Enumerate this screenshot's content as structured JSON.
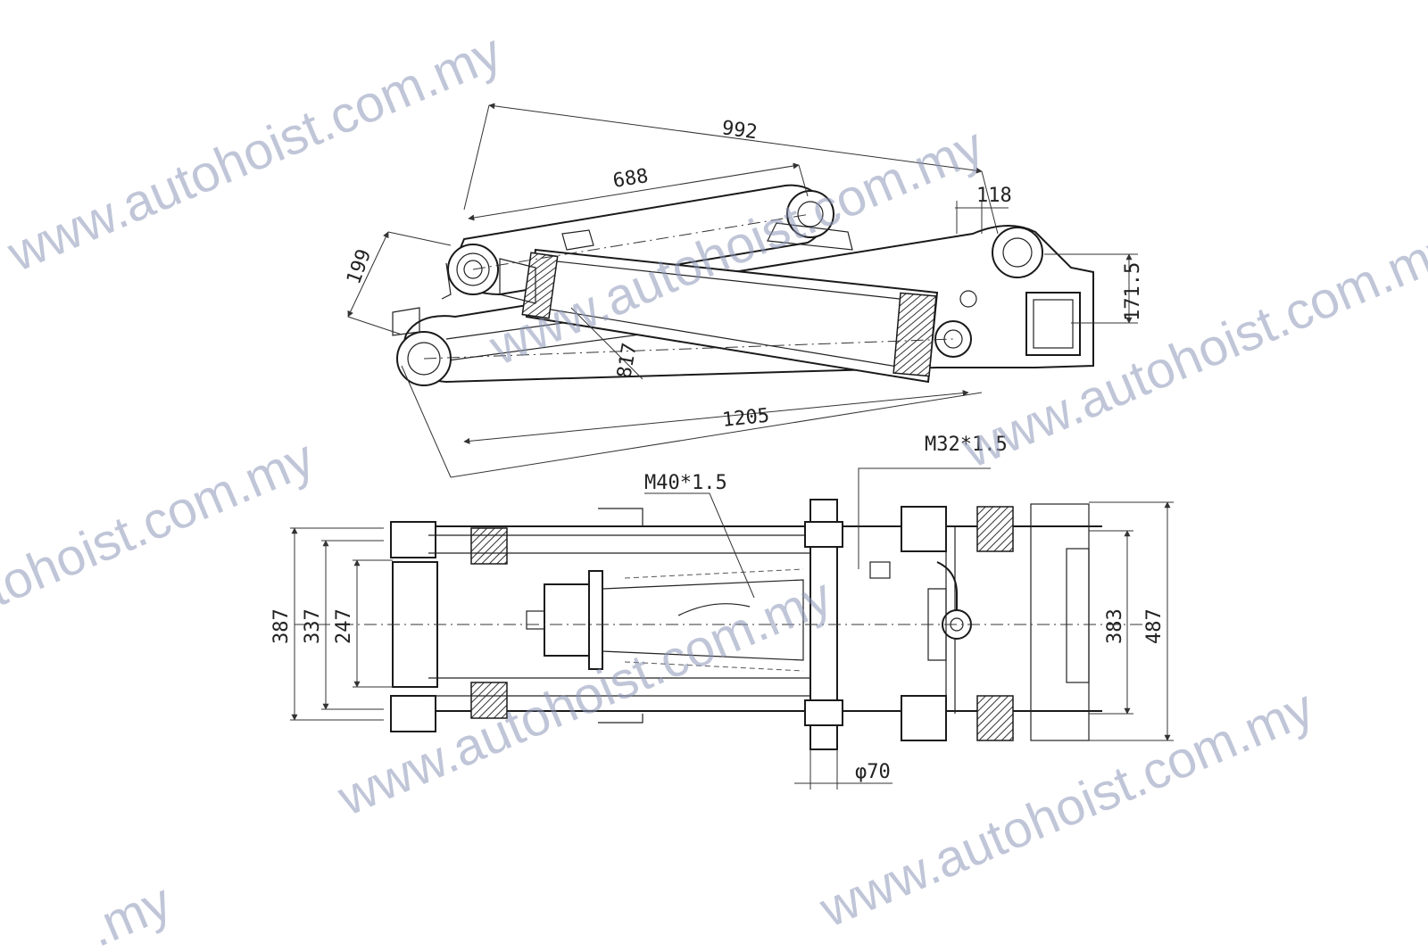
{
  "dimensions": {
    "side_view": {
      "d992": "992",
      "d688": "688",
      "d118": "118",
      "d199": "199",
      "d1715": "171.5",
      "d817": "817",
      "d1205": "1205"
    },
    "top_view": {
      "d387": "387",
      "d337": "337",
      "d247": "247",
      "d383": "383",
      "d487": "487",
      "phi70": "φ70",
      "thread_m40": "M40*1.5",
      "thread_m32": "M32*1.5"
    }
  },
  "watermark": {
    "text": "www.autohoist.com.my",
    "text_short": ".my"
  },
  "colors": {
    "line": "#1a1a1a",
    "watermark": "#8c98b8",
    "background": "#ffffff"
  }
}
